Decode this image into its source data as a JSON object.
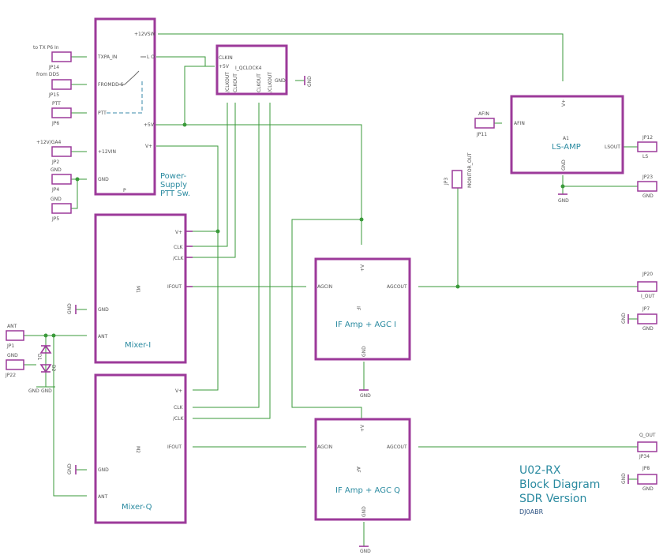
{
  "diagram": {
    "title_lines": [
      "U02-RX",
      "Block Diagram",
      "SDR Version"
    ],
    "author": "DJ0ABR"
  },
  "blocks": {
    "power_supply": {
      "note": [
        "Power-",
        "Supply",
        "PTT Sw."
      ],
      "ref": "P",
      "pins": {
        "txpa_in": "TXPA_IN",
        "fromdds": "FROMDD S",
        "ptt": "PTT",
        "in12v": "+12VIN",
        "gnd": "GND",
        "p12vsw": "+12VSW",
        "lo": "L O",
        "p5v": "+5V",
        "vplus": "V+"
      }
    },
    "clock": {
      "name": "I_QCLOCK4",
      "pins": {
        "clkin": "CLKIN",
        "p5v": "+5V",
        "clkout1": "/CLKOUT",
        "clkout2": "CLKOUT",
        "clkout3": "CLKOUT",
        "clkout4": "/CLKOUT",
        "gnd": "GND"
      },
      "gnd_label": "GND"
    },
    "mixer_i": {
      "name": "Mixer-I",
      "ref": "M1",
      "pins": {
        "vplus": "V+",
        "clk": "CLK",
        "nclk": "/CLK",
        "ifout": "IFOUT",
        "gnd": "GND",
        "ant": "ANT"
      },
      "gnd_label": "GND"
    },
    "mixer_q": {
      "name": "Mixer-Q",
      "ref": "M2",
      "pins": {
        "vplus": "V+",
        "clk": "CLK",
        "nclk": "/CLK",
        "ifout": "IFOUT",
        "gnd": "GND",
        "ant": "ANT"
      },
      "gnd_label": "GND"
    },
    "if_i": {
      "name": "IF Amp + AGC I",
      "ref": "IF",
      "pins": {
        "agcin": "AGCIN",
        "agcout": "AGCOUT",
        "vplus": "+V",
        "gnd": "GND"
      },
      "gnd_label": "GND"
    },
    "if_q": {
      "name": "IF Amp + AGC Q",
      "ref": "AF",
      "pins": {
        "agcin": "AGCIN",
        "agcout": "AGCOUT",
        "vplus": "+V",
        "gnd": "GND"
      },
      "gnd_label": "GND"
    },
    "ls_amp": {
      "name": "LS-AMP",
      "ref": "A1",
      "pins": {
        "afin": "AFIN",
        "lsout": "LSOUT",
        "vplus": "V+",
        "gnd": "GND"
      },
      "gnd_label": "GND"
    }
  },
  "connectors": {
    "jp14": {
      "label": "to TX P6 In",
      "ref": "JP14"
    },
    "jp15": {
      "label": "from DDS",
      "ref": "JP15"
    },
    "jp6": {
      "label": "PTT",
      "ref": "JP6"
    },
    "jp2": {
      "label": "+12V/GA4",
      "ref": "JP2"
    },
    "jp4": {
      "label": "GND",
      "ref": "JP4"
    },
    "jp5": {
      "label": "GND",
      "ref": "JP5"
    },
    "jp1": {
      "label": "ANT",
      "ref": "JP1"
    },
    "jp22": {
      "label": "GND",
      "ref": "JP22"
    },
    "jp11": {
      "label": "AFIN",
      "ref": "JP11"
    },
    "jp3": {
      "label": "MONITOR_OUT",
      "ref": "JP3"
    },
    "jp12": {
      "label": "LS",
      "ref": "JP12"
    },
    "jp23": {
      "label": "GND",
      "ref": "JP23"
    },
    "jp20": {
      "label": "I_OUT",
      "ref": "JP20"
    },
    "jp7": {
      "label": "GND",
      "ref": "JP7"
    },
    "jp34": {
      "label": "Q_OUT",
      "ref": "JP34"
    },
    "jp8": {
      "label": "GND",
      "ref": "JP8"
    }
  },
  "diodes": {
    "d1": "D1",
    "d2": "D2",
    "gnd_labels": [
      "GND",
      "GND"
    ]
  },
  "misc": {
    "gnd": "GND"
  },
  "colors": {
    "block": "#9c3a9a",
    "wire": "#3a9a3a",
    "note": "#2a8aa0"
  }
}
